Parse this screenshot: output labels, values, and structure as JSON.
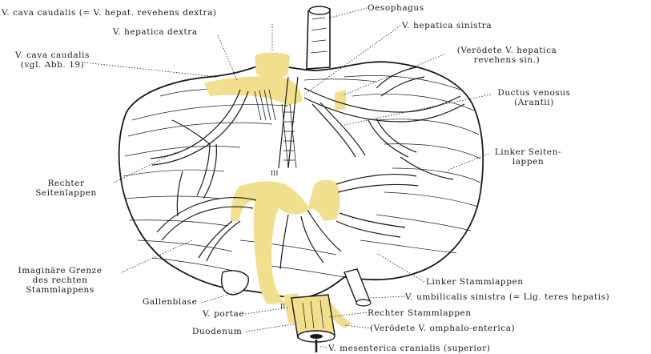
{
  "labels": {
    "v_cava_caudalis_top": "V. cava caudalis (= V. hepat. revehens dextra)",
    "oesophagus": "Oesophagus",
    "v_hepatica_dextra": "V. hepatica dextra",
    "v_hepatica_sinistra": "V. hepatica sinistra",
    "v_cava_caudalis_side": [
      "V. cava caudalis",
      "(vgl. Abb. 19)"
    ],
    "veroedete_v_hepatica": [
      "(Verödete V. hepatica",
      "revehens sin.)"
    ],
    "ductus_venosus": [
      "Ductus venosus",
      "(Arantii)"
    ],
    "linker_seitenlappen": [
      "Linker Seiten-",
      "lappen"
    ],
    "rechter_seitenlappen": [
      "Rechter",
      "Seitenlappen"
    ],
    "imaginaere_grenze": [
      "Imaginäre Grenze",
      "des rechten",
      "Stammlappens"
    ],
    "linker_stammlappen": "Linker Stammlappen",
    "v_umbilicalis_sinistra": "V. umbilicalis sinistra (= Lig. teres hepatis)",
    "gallenblase": "Gallenblase",
    "v_portae": "V. portae",
    "rechter_stammlappen": "Rechter Stammlappen",
    "veroedete_v_omphalo": "(Verödete V. omphalo-enterica)",
    "duodenum": "Duodenum",
    "v_mesenterica": "V. mesenterica cranialis (superior)",
    "roman_iii": "III",
    "roman_ii": "II"
  },
  "colors": {
    "ink": "#1a1a1a",
    "vessel_yellow": "#f2df8e",
    "background": "#ffffff"
  }
}
